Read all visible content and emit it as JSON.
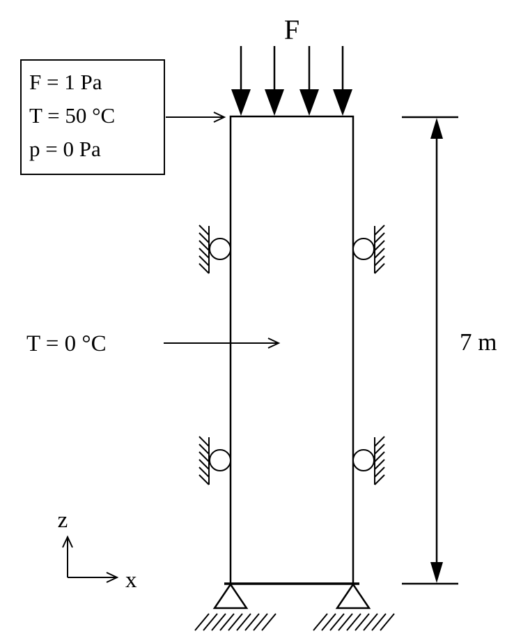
{
  "diagram": {
    "load": {
      "label": "F"
    },
    "boundary_box": {
      "lines": [
        "F = 1 Pa",
        "T = 50 °C",
        "p = 0 Pa"
      ]
    },
    "temperature": {
      "label": "T = 0 °C"
    },
    "dimension": {
      "label": "7 m"
    },
    "axes": {
      "z": "z",
      "x": "x"
    }
  },
  "colors": {
    "stroke": "#000000",
    "background": "#ffffff"
  }
}
